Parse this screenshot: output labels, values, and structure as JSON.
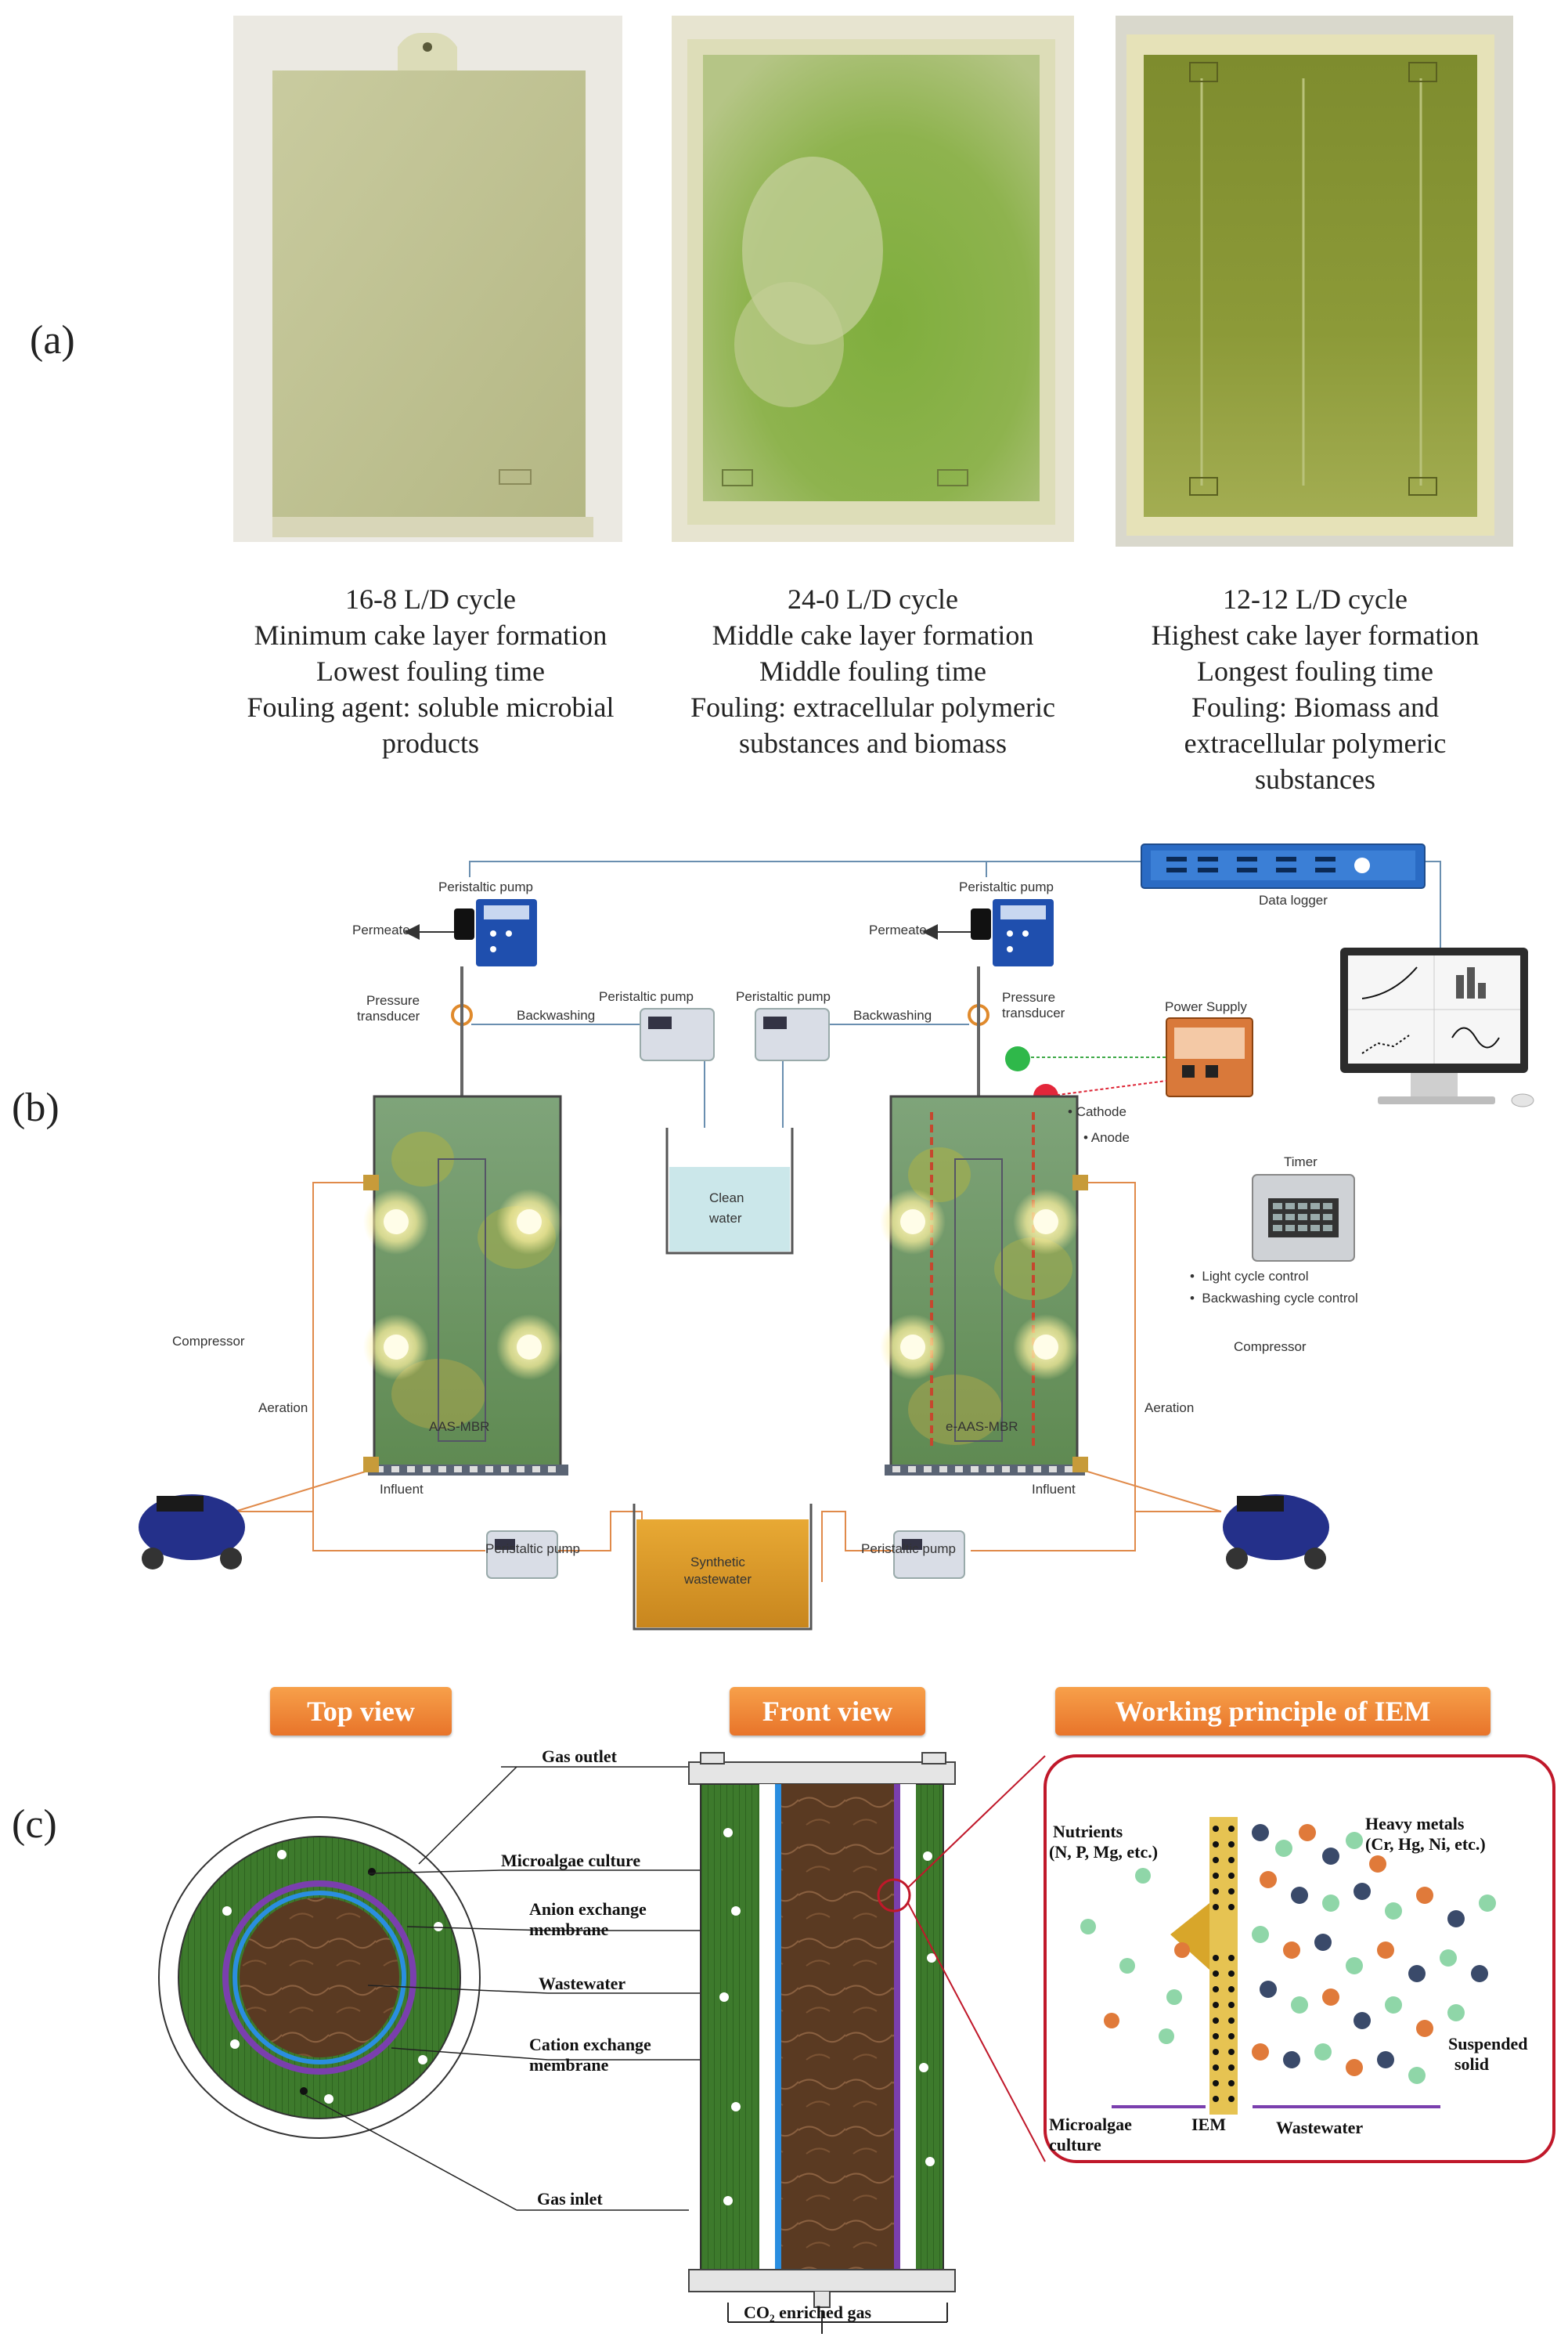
{
  "panel_labels": {
    "a": "(a)",
    "b": "(b)",
    "c": "(c)"
  },
  "panel_a": {
    "photos": [
      {
        "name": "16-8 membrane photo"
      },
      {
        "name": "24-0 membrane photo"
      },
      {
        "name": "12-12 membrane photo"
      }
    ],
    "captions": [
      {
        "lines": [
          "16-8 L/D cycle",
          "Minimum cake layer formation",
          "Lowest fouling time",
          "Fouling agent: soluble microbial",
          "products"
        ]
      },
      {
        "lines": [
          "24-0 L/D cycle",
          "Middle cake layer formation",
          "Middle fouling time",
          "Fouling: extracellular polymeric",
          "substances and biomass"
        ]
      },
      {
        "lines": [
          "12-12 L/D cycle",
          "Highest cake layer formation",
          "Longest fouling time",
          "Fouling: Biomass and",
          "extracellular polymeric",
          "substances"
        ]
      }
    ]
  },
  "panel_b": {
    "peristaltic_pump": "Peristaltic pump",
    "permeate": "Permeate",
    "pressure_transducer_1": "Pressure",
    "pressure_transducer_2": "transducer",
    "backwashing": "Backwashing",
    "data_logger": "Data logger",
    "power_supply": "Power Supply",
    "cathode": "Cathode",
    "anode": "Anode",
    "timer": "Timer",
    "timer_bullets": [
      "Light cycle control",
      "Backwashing cycle control"
    ],
    "clean_water_1": "Clean",
    "clean_water_2": "water",
    "compressor": "Compressor",
    "aeration": "Aeration",
    "influent": "Influent",
    "reactor_left": "AAS-MBR",
    "reactor_right": "e-AAS-MBR",
    "synthetic_1": "Synthetic",
    "synthetic_2": "wastewater"
  },
  "panel_c": {
    "headers": [
      "Top view",
      "Front view",
      "Working principle of IEM"
    ],
    "labels": {
      "gas_outlet": "Gas outlet",
      "microalgae_culture": "Microalgae culture",
      "anion_1": "Anion exchange",
      "anion_2": "membrane",
      "wastewater": "Wastewater",
      "cation_1": "Cation exchange",
      "cation_2": "membrane",
      "gas_inlet": "Gas inlet",
      "co2": "CO₂ enriched gas"
    },
    "iem": {
      "nutrients_1": "Nutrients",
      "nutrients_2": "(N, P, Mg, etc.)",
      "heavy_1": "Heavy metals",
      "heavy_2": "(Cr, Hg, Ni, etc.)",
      "suspended_1": "Suspended",
      "suspended_2": "solid",
      "microalgae_1": "Microalgae",
      "microalgae_2": "culture",
      "iem": "IEM",
      "wastewater": "Wastewater"
    }
  },
  "colors": {
    "algae_green": "#8aa850",
    "header_orange": "#ee8434",
    "iem_border": "#c0182a",
    "culture_green": "#3d7a2c",
    "wastewater_brown": "#5a3a22"
  }
}
